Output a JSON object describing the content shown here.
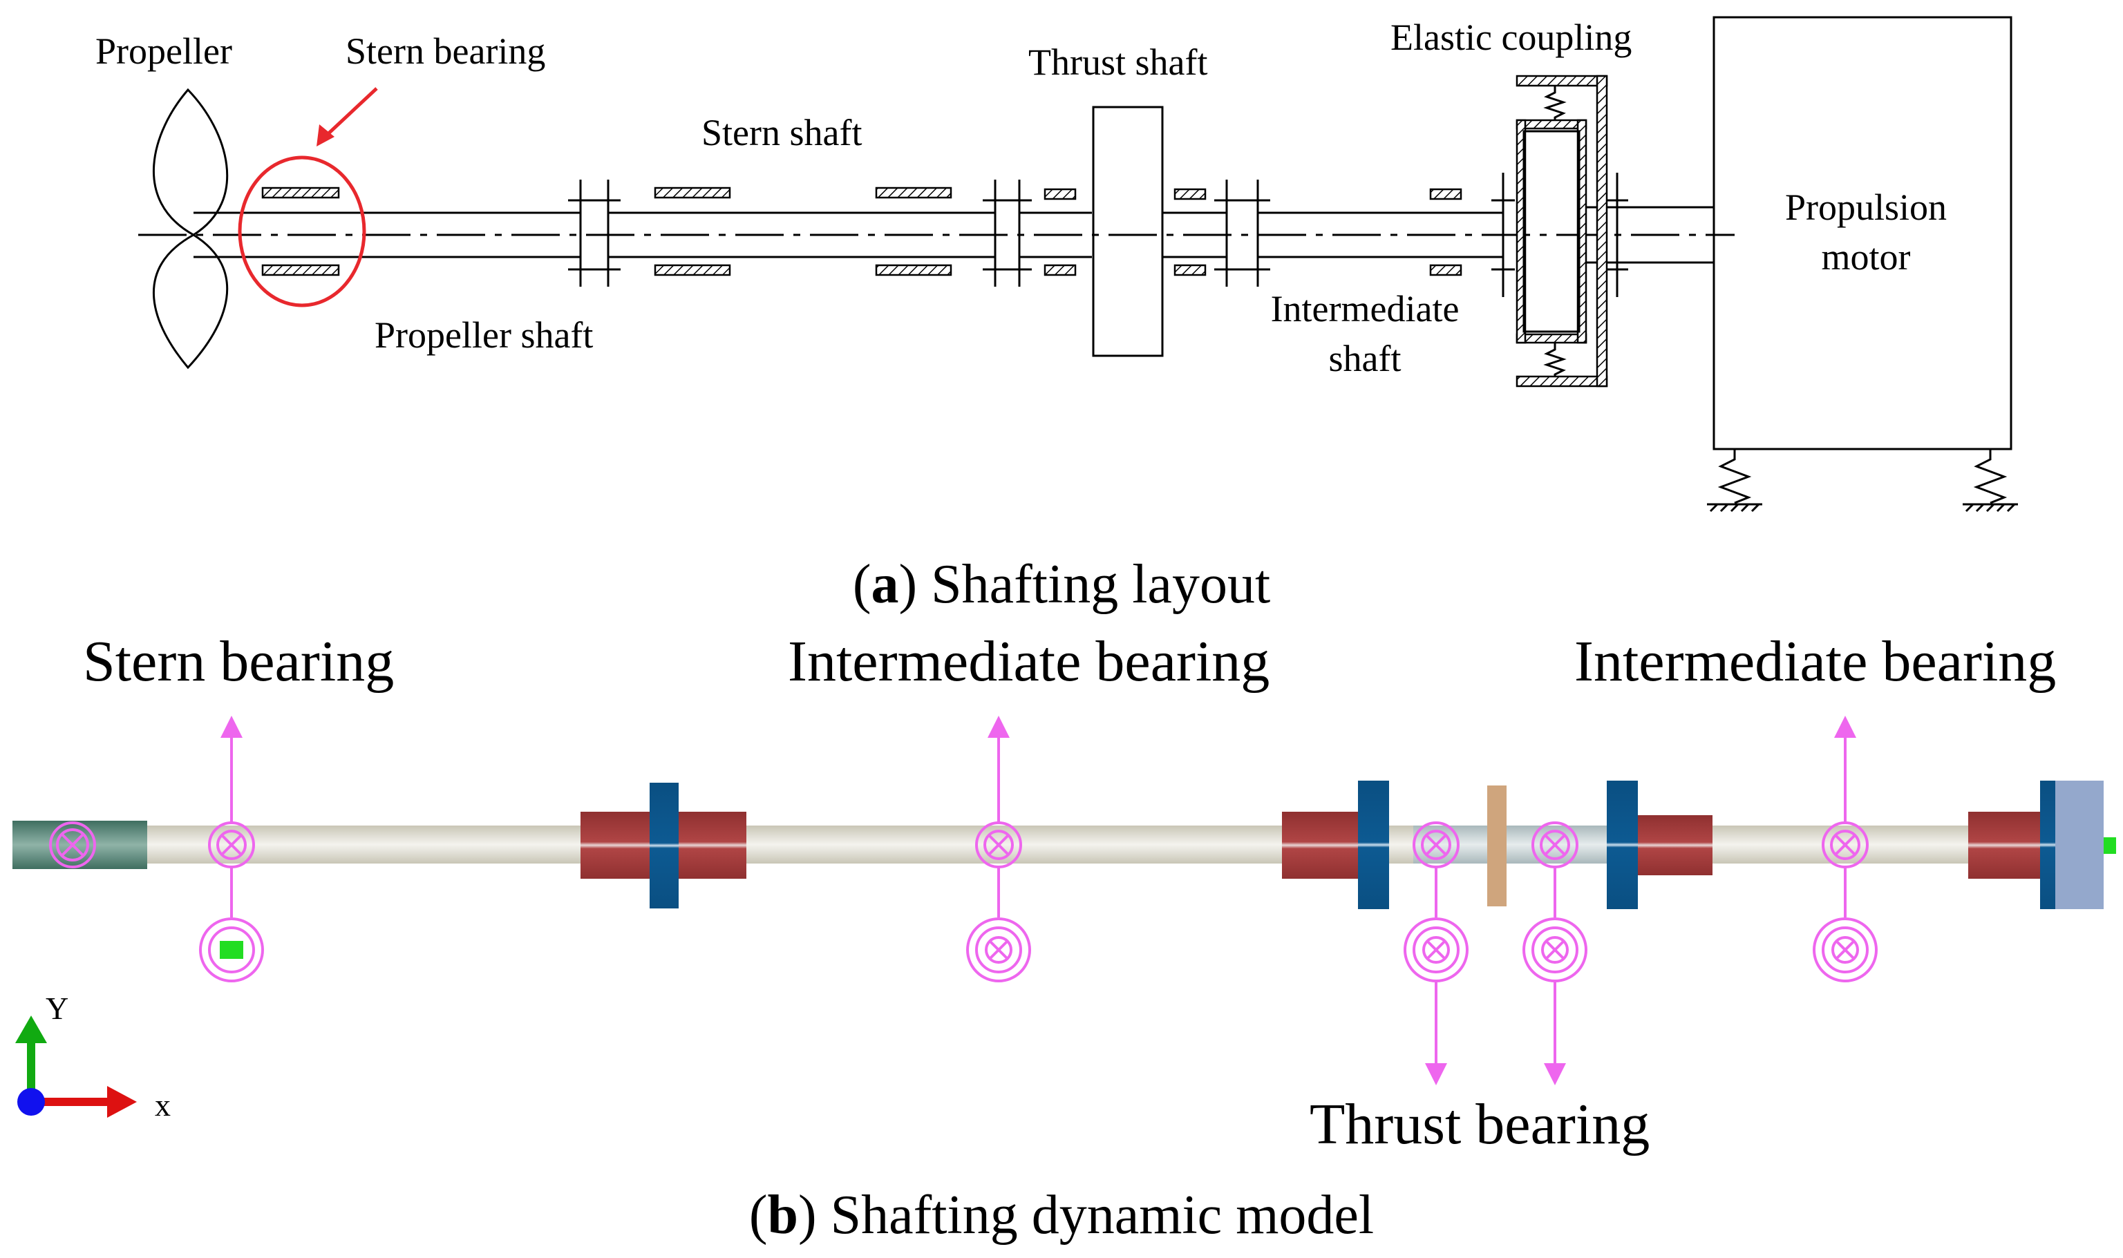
{
  "layout_panel": {
    "labels": {
      "propeller": "Propeller",
      "stern_bearing": "Stern bearing",
      "stern_shaft": "Stern shaft",
      "thrust_shaft": "Thrust shaft",
      "elastic_coupling": "Elastic coupling",
      "propulsion_motor_line1": "Propulsion",
      "propulsion_motor_line2": "motor",
      "propeller_shaft": "Propeller shaft",
      "intermediate_shaft_line1": "Intermediate",
      "intermediate_shaft_line2": "shaft"
    },
    "caption_letter": "a",
    "caption_open": "(",
    "caption_close": ") Shafting layout",
    "highlight_color": "#e8282d"
  },
  "model_panel": {
    "labels": {
      "stern_bearing": "Stern bearing",
      "intermediate_bearing_1": "Intermediate bearing",
      "intermediate_bearing_2": "Intermediate bearing",
      "thrust_bearing": "Thrust bearing"
    },
    "axes": {
      "y": "Y",
      "x": "x"
    },
    "caption_letter": "b",
    "caption_open": "(",
    "caption_close": ") Shafting dynamic model",
    "colors": {
      "shaft": "#d6d3c5",
      "propeller_hub": "#4d7d6e",
      "flange": "#a33a3a",
      "disc": "#0d5a92",
      "thrust_collar": "#cfa57d",
      "motor_end": "#94a8cc",
      "bearing_symbol": "#ee66ee",
      "marker": "#22dd22",
      "axis_x": "#dd1111",
      "axis_y": "#11aa11",
      "axis_origin": "#1111ee"
    }
  }
}
